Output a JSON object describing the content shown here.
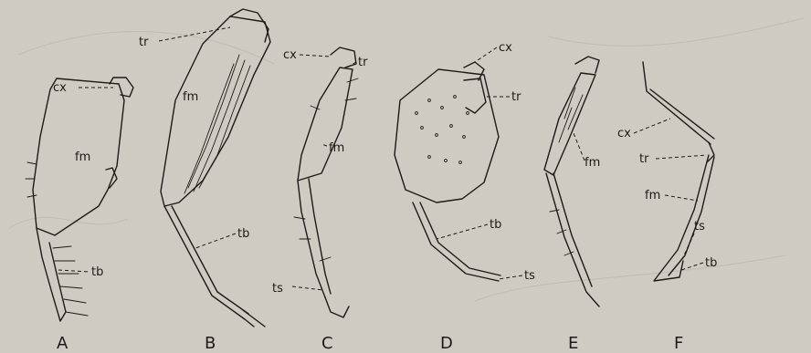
{
  "colors": {
    "paper": "#cfcbc2",
    "ink": "#1c1b19"
  },
  "panels": [
    "A",
    "B",
    "C",
    "D",
    "E",
    "F"
  ],
  "labels": {
    "A": {
      "cx": "cx",
      "fm": "fm",
      "tb": "tb"
    },
    "B": {
      "tr": "tr",
      "fm": "fm",
      "tb": "tb"
    },
    "C": {
      "cx": "cx",
      "tr": "tr",
      "fm": "fm",
      "ts": "ts"
    },
    "D": {
      "cx": "cx",
      "tr": "tr",
      "tb": "tb",
      "ts": "ts"
    },
    "E": {
      "fm": "fm"
    },
    "F": {
      "cx": "cx",
      "tr": "tr",
      "fm": "fm",
      "ts": "ts",
      "tb": "tb"
    }
  }
}
